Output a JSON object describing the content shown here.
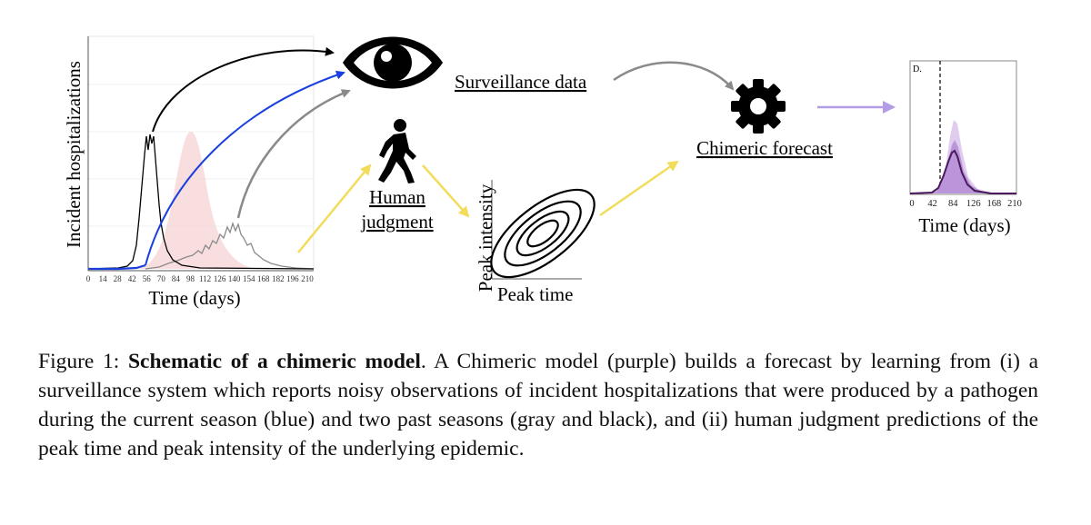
{
  "left_plot": {
    "ylabel": "Incident hospitalizations",
    "xlabel": "Time (days)",
    "x_ticks": [
      "0",
      "14",
      "28",
      "42",
      "56",
      "70",
      "84",
      "98",
      "112",
      "126",
      "140",
      "154",
      "168",
      "182",
      "196",
      "210"
    ]
  },
  "labels": {
    "surveillance": "Surveillance data",
    "human_line1": "Human",
    "human_line2": "judgment",
    "peak_intensity": "Peak intensity",
    "peak_time": "Peak time",
    "chimeric_forecast": "Chimeric forecast"
  },
  "icons": [
    "eye-icon",
    "walking-person-icon",
    "gear-icon"
  ],
  "right_plot": {
    "panel_label": "D.",
    "xlabel": "Time (days)",
    "x_ticks": [
      "0",
      "42",
      "84",
      "126",
      "168",
      "210"
    ]
  },
  "colors": {
    "current_season": "#1a3fe0",
    "past_season_gray": "#8a8a8a",
    "past_season_black": "#000000",
    "human_judgment_arrow": "#f2dc5a",
    "chimeric_purple": "#9b6fd4",
    "pink_band": "#f4cfcf"
  },
  "caption": {
    "prefix": "Figure 1: ",
    "bold": "Schematic of a chimeric model",
    "rest": ".  A Chimeric model (purple) builds a forecast by learning from (i) a surveillance system which reports noisy observations of incident hospitalizations that were produced by a pathogen during the current season (blue) and two past seasons (gray and black), and (ii) human judgment predictions of the peak time and peak intensity of the underlying epidemic."
  }
}
